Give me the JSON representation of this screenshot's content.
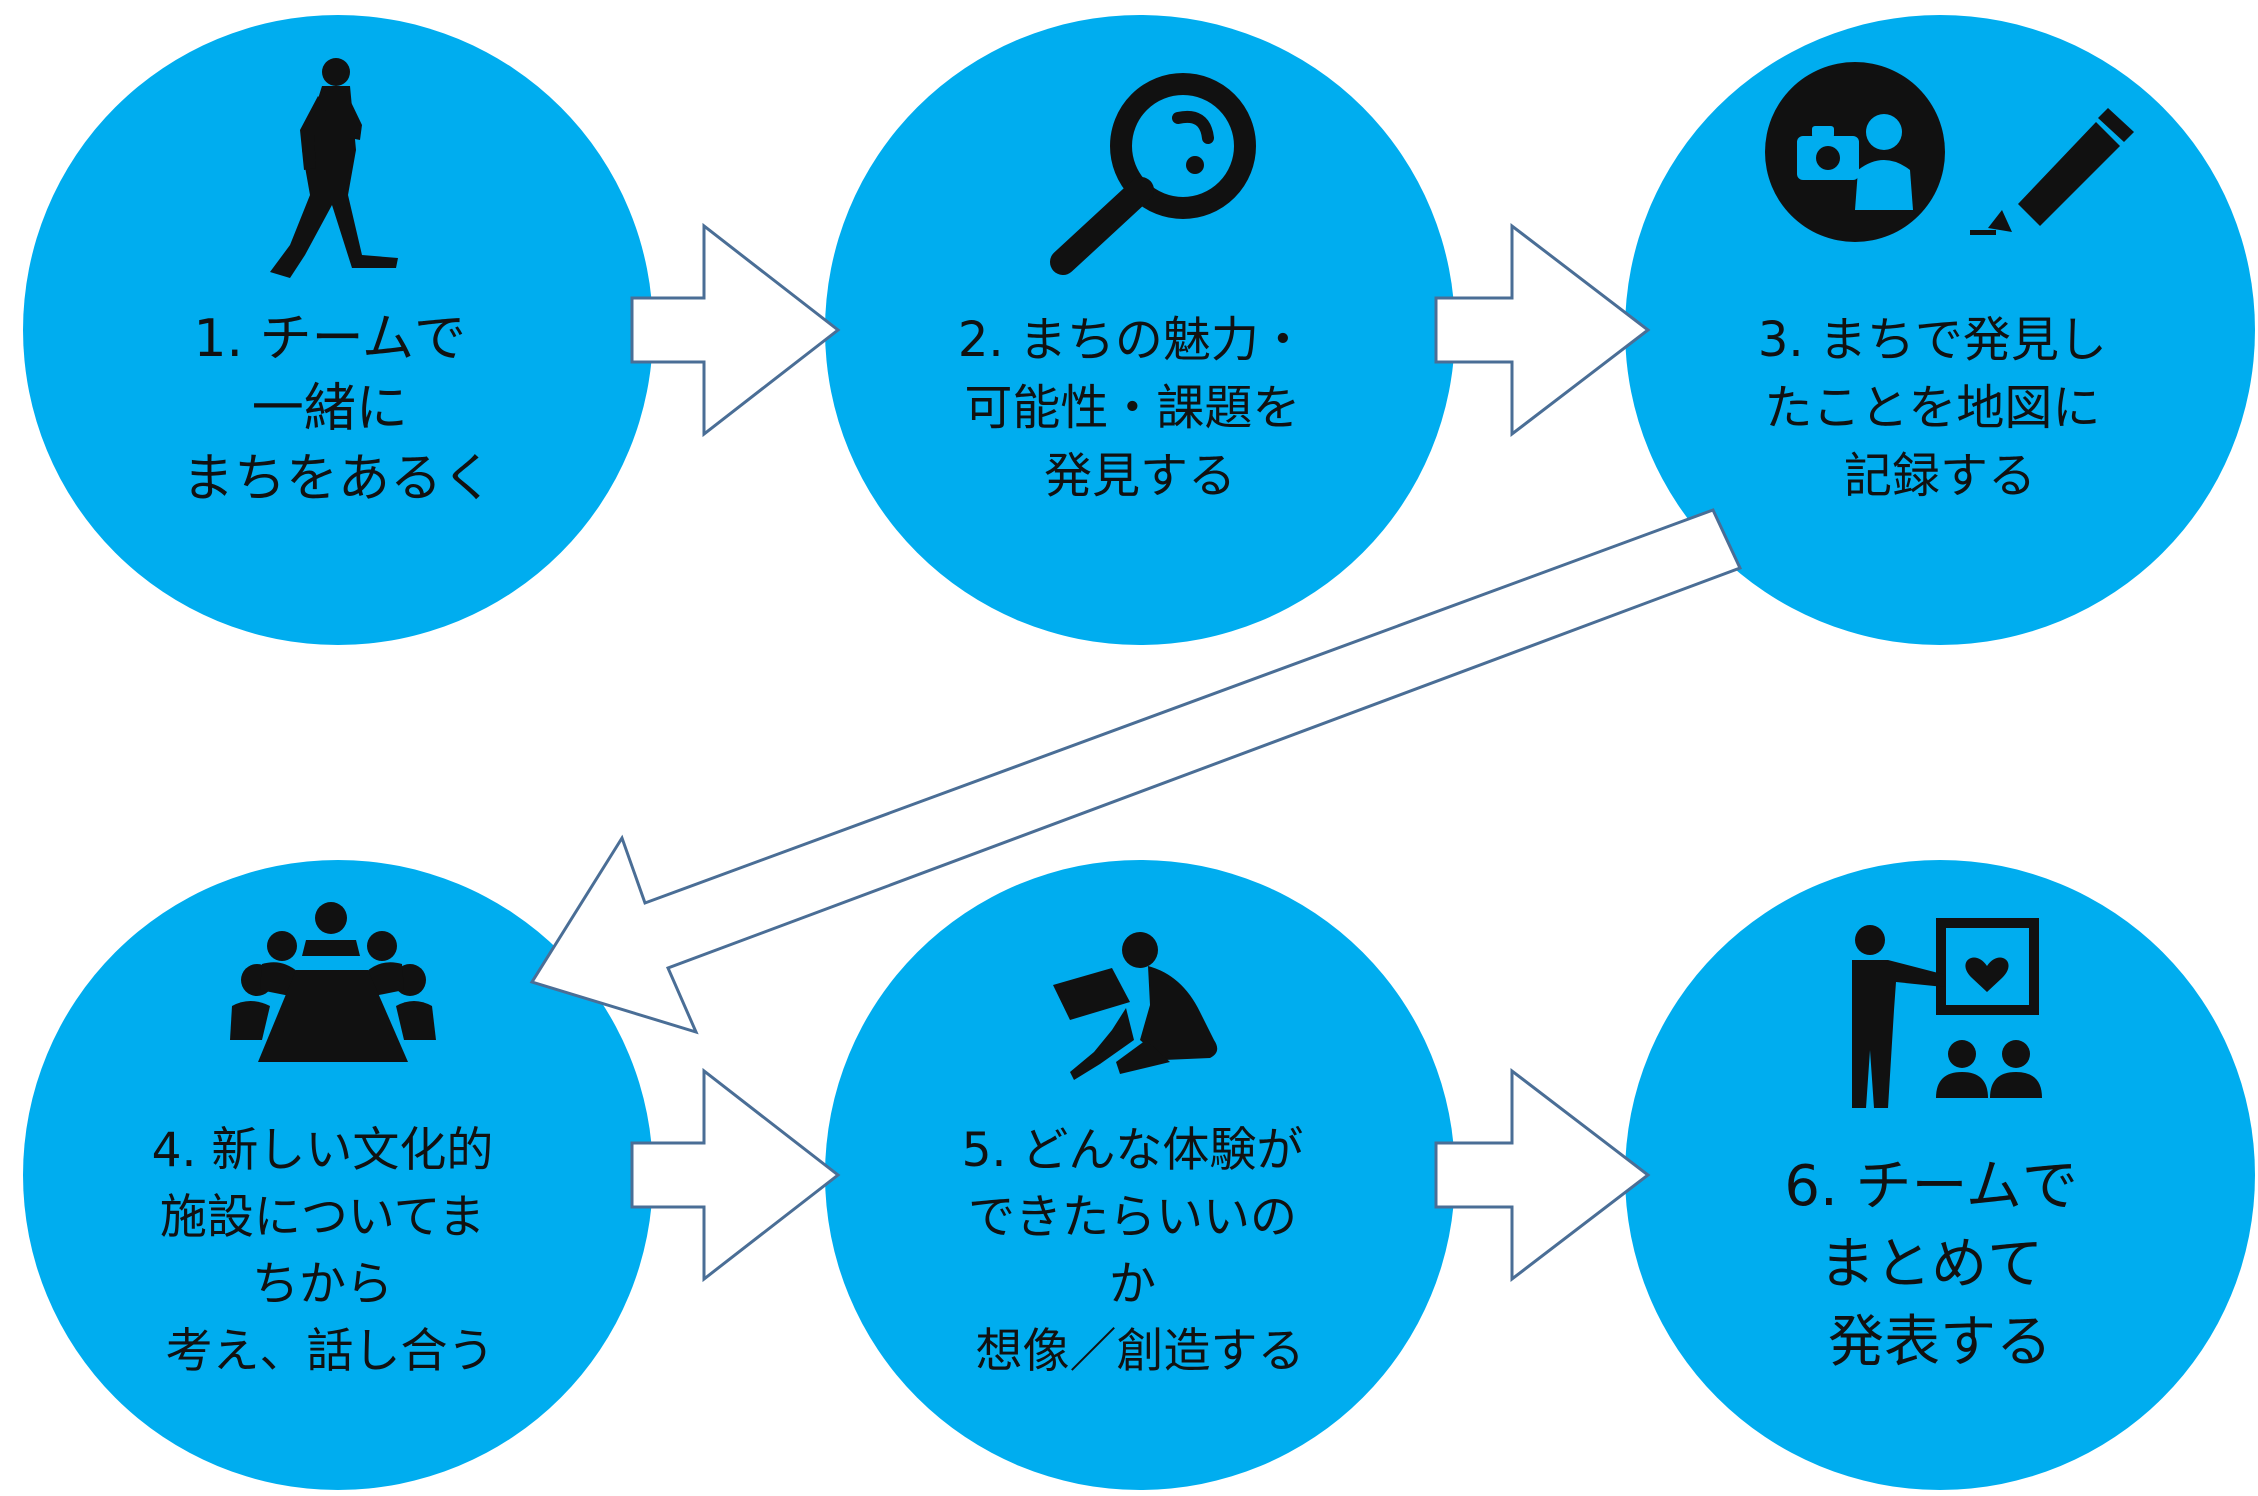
{
  "colors": {
    "circle": "#00adef",
    "arrow_stroke": "#4a6e96",
    "arrow_fill": "#ffffff",
    "text": "#111111",
    "icon": "#111111"
  },
  "steps": [
    {
      "icon": "walking-person-icon",
      "lines": [
        "1. チームで",
        "一緒に",
        "まちをあるく"
      ]
    },
    {
      "icon": "magnifying-glass-icon",
      "lines": [
        "2. まちの魅力・",
        "可能性・課題を",
        "発見する"
      ]
    },
    {
      "icon": "camera-pencil-icon",
      "lines": [
        "3. まちで発見し",
        "たことを地図に",
        "記録する"
      ]
    },
    {
      "icon": "meeting-table-icon",
      "lines": [
        "4. 新しい文化的",
        "施設についてま",
        "ちから",
        "考え、話し合う"
      ]
    },
    {
      "icon": "reading-person-icon",
      "lines": [
        "5. どんな体験が",
        "できたらいいの",
        "か",
        "想像／創造する"
      ]
    },
    {
      "icon": "presentation-icon",
      "lines": [
        "6. チームで",
        "まとめて",
        "発表する"
      ]
    }
  ],
  "arrows": [
    {
      "name": "arrow-1-to-2"
    },
    {
      "name": "arrow-2-to-3"
    },
    {
      "name": "arrow-3-to-4"
    },
    {
      "name": "arrow-4-to-5"
    },
    {
      "name": "arrow-5-to-6"
    }
  ]
}
